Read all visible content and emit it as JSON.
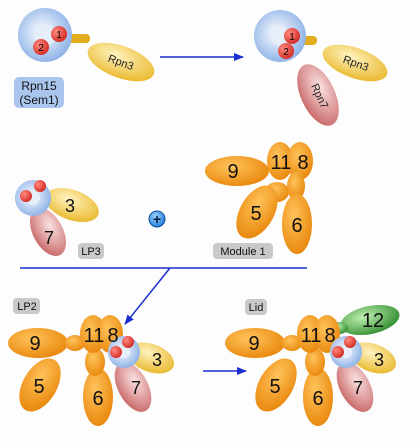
{
  "labels": {
    "rpn15": "Rpn15",
    "sem1": "(Sem1)",
    "rpn3": "Rpn3",
    "rpn7": "Rpn7",
    "site1": "1",
    "site2": "2",
    "lp3": "LP3",
    "module1": "Module 1",
    "lp2": "LP2",
    "lid": "Lid",
    "plus": "+",
    "sub3": "3",
    "sub5": "5",
    "sub6": "6",
    "sub7": "7",
    "sub9": "9",
    "sub11": "11",
    "sub8": "8",
    "sub12": "12"
  },
  "colors": {
    "orange": "#f39a1a",
    "yellow": "#f2c43a",
    "rose": "#d98080",
    "blue": "#aac6ee",
    "red": "#e8413a",
    "green": "#3e9d3a",
    "arrow": "#1b2fd0",
    "tag": "#c9c9c9"
  }
}
